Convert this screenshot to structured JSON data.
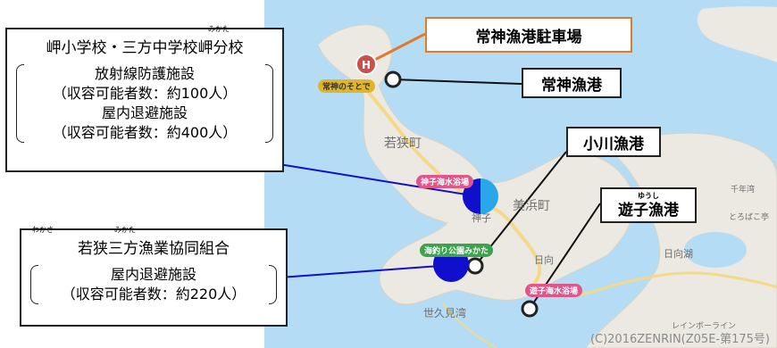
{
  "callouts": {
    "misaki": {
      "title": "岬小学校・三方中学校岬分校",
      "ruby": "みかた",
      "line1": "放射線防護施設",
      "line2": "（収容可能者数：約100人）",
      "line3": "屋内退避施設",
      "line4": "（収容可能者数：約400人）"
    },
    "wakasa": {
      "title": "若狭三方漁業協同組合",
      "ruby1": "わかさ",
      "ruby2": "みかた",
      "line1": "屋内退避施設",
      "line2": "（収容可能者数：約220人）"
    }
  },
  "labels": {
    "parking": "常神漁港駐車場",
    "tsunegami": "常神漁港",
    "ogawa": "小川漁港",
    "yushi": "遊子漁港",
    "yushi_ruby": "ゆうし"
  },
  "map": {
    "towns": [
      "若狭町",
      "美浜町",
      "日向",
      "世久見湾",
      "日向湖",
      "神子"
    ],
    "pills": [
      "常神のそとで",
      "神子海水浴場",
      "海釣り公園みかた",
      "遊子海水浴場"
    ],
    "helipad": "H",
    "small": [
      "レインボーライン",
      "とろばこ亭",
      "千年湾"
    ],
    "copyright": "(C)2016ZENRIN(Z05E-第175号)"
  },
  "colors": {
    "sea": "#b5dcf5",
    "land": "#ebe9e2",
    "road": "#f4d98a",
    "helipad": "#c8514b",
    "shelter": "#1010cc",
    "shelter_half": "#29a7e8",
    "parking_line": "#e07a2e"
  }
}
